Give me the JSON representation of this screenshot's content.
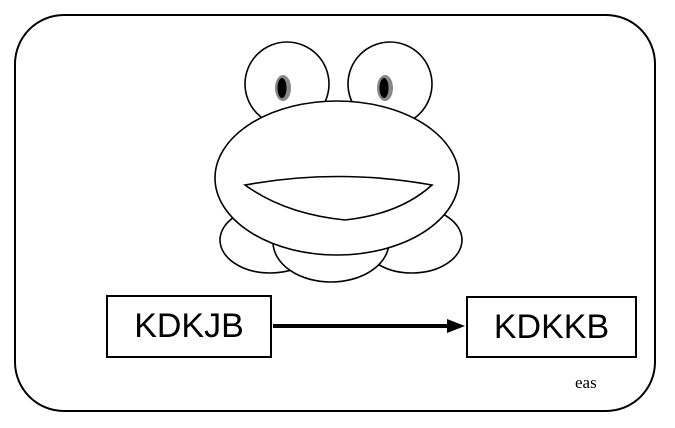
{
  "diagram": {
    "source_label": "KDKJB",
    "target_label": "KDKKB",
    "credit": "eas",
    "illustration": "frog-icon",
    "colors": {
      "stroke": "#000000",
      "fill": "#ffffff",
      "iris": "#888888"
    }
  }
}
